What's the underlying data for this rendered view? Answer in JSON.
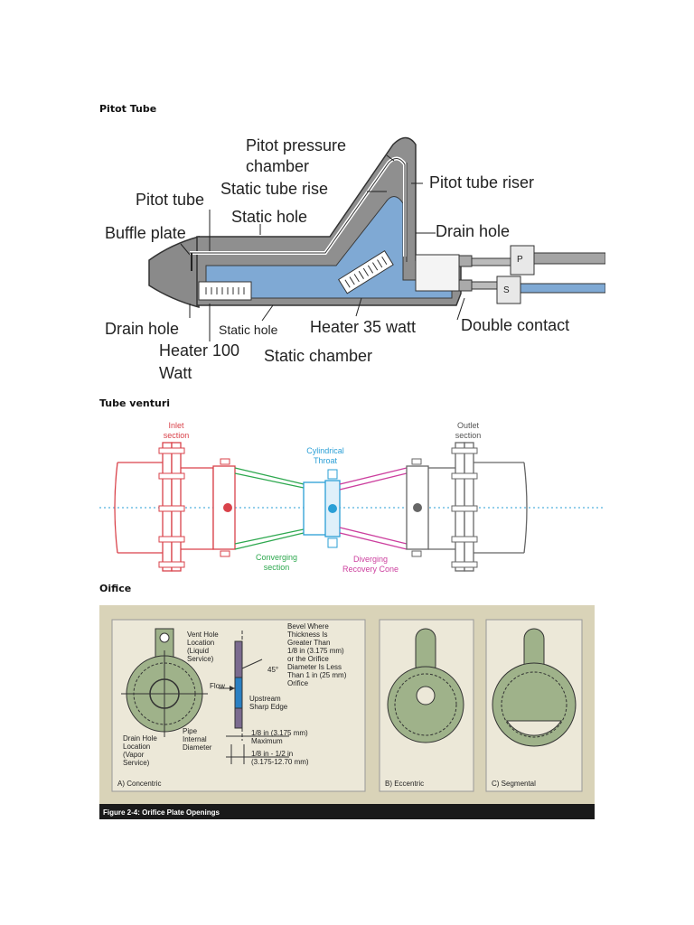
{
  "sections": {
    "pitot": {
      "heading": "Pitot Tube",
      "labels": {
        "pitot_pressure_chamber_1": "Pitot pressure",
        "pitot_pressure_chamber_2": "chamber",
        "static_tube_rise": "Static tube rise",
        "pitot_tube_riser": "Pitot tube riser",
        "pitot_tube": "Pitot tube",
        "static_hole_top": "Static hole",
        "drain_hole_right": "Drain hole",
        "buffle_plate": "Buffle plate",
        "drain_hole_left": "Drain hole",
        "static_hole_bottom": "Static hole",
        "heater_35": "Heater 35 watt",
        "double_contact": "Double contact",
        "heater_100_1": "Heater 100",
        "heater_100_2": "Watt",
        "static_chamber": "Static chamber",
        "contact_p": "P",
        "contact_s": "S"
      }
    },
    "venturi": {
      "heading": "Tube venturi",
      "labels": {
        "inlet_1": "Inlet",
        "inlet_2": "section",
        "outlet_1": "Outlet",
        "outlet_2": "section",
        "throat_1": "Cylindrical",
        "throat_2": "Throat",
        "converging_1": "Converging",
        "converging_2": "section",
        "diverging_1": "Diverging",
        "diverging_2": "Recovery Cone"
      },
      "colors": {
        "inlet": "#d9424a",
        "outlet": "#666666",
        "throat": "#2a9fd6",
        "converging": "#2ea84f",
        "diverging": "#cc3f9e"
      }
    },
    "orifice": {
      "heading": "Oifice",
      "labels": {
        "vent_hole_1": "Vent Hole",
        "vent_hole_2": "Location",
        "vent_hole_3": "(Liquid",
        "vent_hole_4": "Service)",
        "bevel_1": "Bevel Where",
        "bevel_2": "Thickness Is",
        "bevel_3": "Greater Than",
        "bevel_4": "1/8 in (3.175 mm)",
        "bevel_5": "or the Orifice",
        "bevel_6": "Diameter Is Less",
        "bevel_7": "Than 1 in (25 mm)",
        "bevel_8": "Orifice",
        "angle": "45°",
        "flow": "Flow",
        "upstream_1": "Upstream",
        "upstream_2": "Sharp Edge",
        "pipe_1": "Pipe",
        "pipe_2": "Internal",
        "pipe_3": "Diameter",
        "drain_1": "Drain Hole",
        "drain_2": "Location",
        "drain_3": "(Vapor",
        "drain_4": "Service)",
        "dim1_1": "1/8 in (3.175 mm)",
        "dim1_2": "Maximum",
        "dim2_1": "1/8 in - 1/2 in",
        "dim2_2": "(3.175-12.70 mm)",
        "panel_a": "A) Concentric",
        "panel_b": "B) Eccentric",
        "panel_c": "C) Segmental",
        "caption": "Figure 2-4: Orifice Plate Openings"
      }
    }
  }
}
